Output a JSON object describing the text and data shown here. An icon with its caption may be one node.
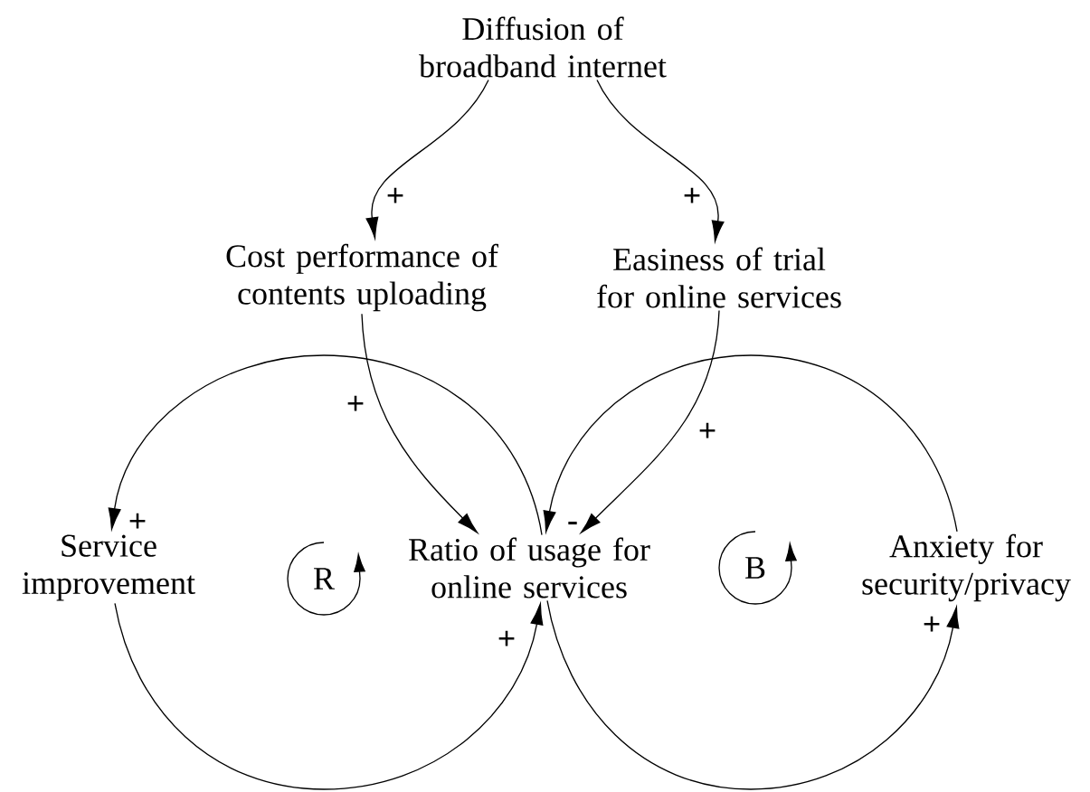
{
  "diagram": {
    "nodes": [
      {
        "text": [
          "Diffusion of broadband internet"
        ]
      },
      {
        "text": [
          "Cost performance of contents uploading"
        ]
      },
      {
        "text": [
          "Easiness of trial for online services"
        ]
      },
      {
        "text": [
          "Service improvement"
        ]
      },
      {
        "text": [
          "Ratio of usage for online services"
        ]
      },
      {
        "text": [
          "Anxiety for security/privacy"
        ]
      }
    ],
    "edges": [
      {
        "from": 0,
        "to": 1,
        "arrow": "to",
        "label": "+"
      },
      {
        "from": 0,
        "to": 2,
        "arrow": "to",
        "label": "+"
      },
      {
        "from": 1,
        "to": 4,
        "arrow": "to",
        "label": "+"
      },
      {
        "from": 2,
        "to": 4,
        "arrow": "to",
        "label": "+"
      },
      {
        "from": 4,
        "to": 3,
        "arrow": "to",
        "label": "+"
      },
      {
        "from": 3,
        "to": 4,
        "arrow": "to",
        "label": "+"
      },
      {
        "from": 4,
        "to": 5,
        "arrow": "to",
        "label": "+"
      },
      {
        "from": 5,
        "to": 4,
        "arrow": "to",
        "label": "-"
      }
    ],
    "labels": [
      "R",
      "B"
    ]
  }
}
